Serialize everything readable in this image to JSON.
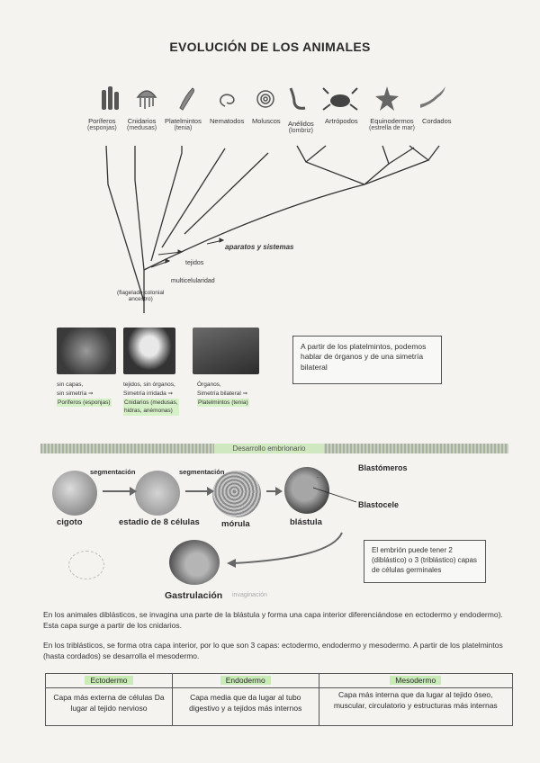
{
  "title": "EVOLUCIÓN DE LOS ANIMALES",
  "taxa": [
    {
      "name": "Poríferos",
      "sub": "(esponjas)"
    },
    {
      "name": "Cnidarios",
      "sub": "(medusas)"
    },
    {
      "name": "Platelmintos",
      "sub": "(tenia)"
    },
    {
      "name": "Nematodos",
      "sub": ""
    },
    {
      "name": "Moluscos",
      "sub": ""
    },
    {
      "name": "Anélidos",
      "sub": "(lombriz)"
    },
    {
      "name": "Artrópodos",
      "sub": ""
    },
    {
      "name": "Equinodermos",
      "sub": "(estrella de mar)"
    },
    {
      "name": "Cordados",
      "sub": ""
    }
  ],
  "tree_notes": {
    "organs": "aparatos y sistemas",
    "tissues": "tejidos",
    "multicellular": "multicelularidad",
    "ancestor_line1": "(flagelado colonial",
    "ancestor_line2": "ancestro)"
  },
  "photo_captions": [
    {
      "l1": "sin capas,",
      "l2": "sin simetría  ⇒",
      "l3": "Poríferos (esponjas)"
    },
    {
      "l1": "tejidos, sin órganos,",
      "l2": "Simetría irridada ⇒",
      "l3": "Cnidarios (medusas,",
      "l4": "hidras, anémonas)"
    },
    {
      "l1": "Órganos,",
      "l2": "Simetría bilateral ⇒",
      "l3": "Platelmintos (tenia)"
    }
  ],
  "platelmintos_box": "A partir de los platelmintos, podemos hablar de órganos y de una simetría bilateral",
  "development_banner": "Desarrollo embrionario",
  "stages": {
    "s1": "cigoto",
    "s2": "estadio de 8 células",
    "s3": "mórula",
    "s4": "blástula",
    "s5": "Gastrulación",
    "arrow1": "segmentación",
    "arrow2": "segmentación",
    "blastomeros": "Blastómeros",
    "blastocele": "Blastocele",
    "invagination": "invaginación"
  },
  "embryo_box": "El embrión puede tener 2 (diblástico) o 3 (triblástico) capas de células germinales",
  "paragraph1": "En los animales diblásticos, se invagina una parte de la blástula y forma una capa interior diferenciándose en ectodermo y endodermo). Esta capa surge a partir de los cnidarios.",
  "paragraph2": "En los triblásticos, se forma otra capa interior, por lo que son 3 capas: ectodermo, endodermo y mesodermo. A partir de los platelmintos (hasta cordados) se desarrolla el mesodermo.",
  "layers_table": {
    "headers": [
      "Ectodermo",
      "Endodermo",
      "Mesodermo"
    ],
    "cells": [
      "Capa más externa de células Da lugar al tejido nervioso",
      "Capa media que da lugar al tubo digestivo y a tejidos más internos",
      "Capa más interna que da lugar al tejido óseo, muscular, circulatorio y estructuras más internas"
    ]
  }
}
